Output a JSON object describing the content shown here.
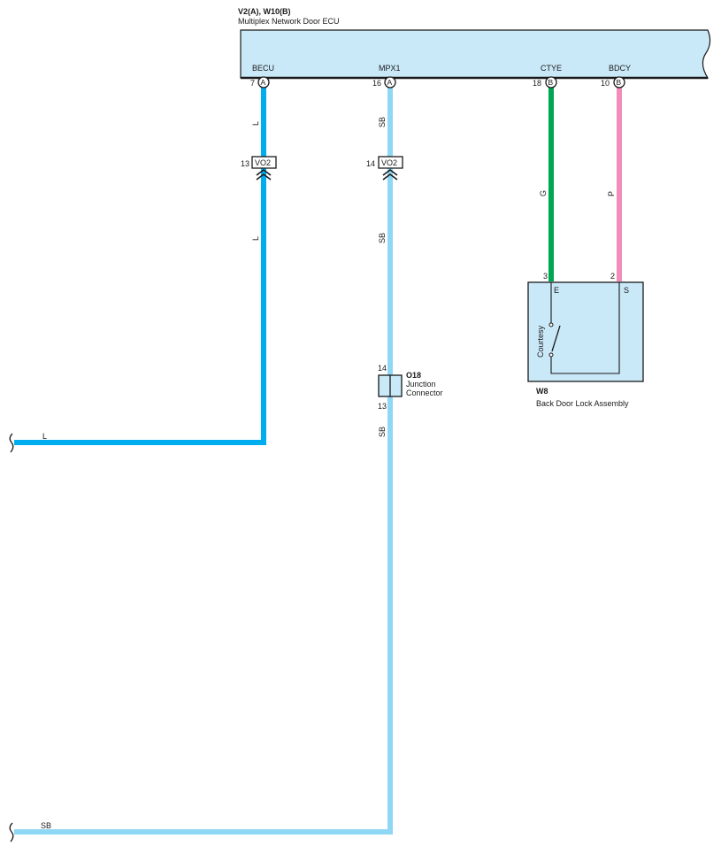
{
  "ecu": {
    "code": "V2(A), W10(B)",
    "name": "Multiplex Network Door ECU",
    "pins": [
      {
        "signal": "BECU",
        "pin": "7",
        "connector": "A"
      },
      {
        "signal": "MPX1",
        "pin": "16",
        "connector": "A"
      },
      {
        "signal": "CTYE",
        "pin": "18",
        "connector": "B"
      },
      {
        "signal": "BDCY",
        "pin": "10",
        "connector": "B"
      }
    ]
  },
  "wires": {
    "becu_color_top": "L",
    "becu_color_bottom": "L",
    "becu_color_ground": "L",
    "mpx1_color_top": "SB",
    "mpx1_color_mid": "SB",
    "mpx1_color_low": "SB",
    "mpx1_color_bottom": "SB",
    "ctye_color": "G",
    "bdcy_color": "P"
  },
  "colors": {
    "L": "#00aeef",
    "SB": "#8fd8f5",
    "G": "#00a651",
    "P": "#f28cb8",
    "component_fill": "#c9e8f8"
  },
  "vo2": {
    "left": {
      "pin": "13",
      "label": "VO2"
    },
    "right": {
      "pin": "14",
      "label": "VO2"
    }
  },
  "junction": {
    "code": "O18",
    "name_line1": "Junction",
    "name_line2": "Connector",
    "pin_top": "14",
    "pin_bottom": "13"
  },
  "door_lock": {
    "code": "W8",
    "name": "Back Door Lock Assembly",
    "pin_e": "3",
    "pin_s": "2",
    "term_e": "E",
    "term_s": "S",
    "switch_label": "Courtesy"
  }
}
